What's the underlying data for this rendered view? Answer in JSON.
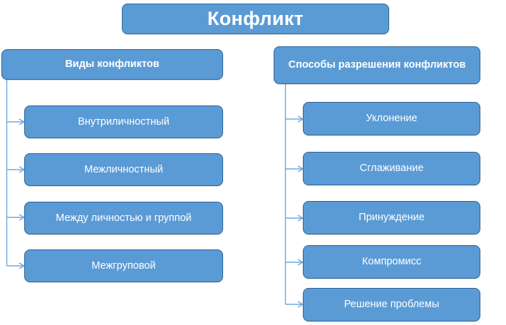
{
  "diagram": {
    "title_node": {
      "label": "Конфликт"
    },
    "branches": [
      {
        "header": "Виды конфликтов",
        "items": [
          "Внутриличностный",
          "Межличностный",
          "Между личностью и группой",
          "Межгруповой"
        ]
      },
      {
        "header": "Способы разрешения конфликтов",
        "items": [
          "Уклонение",
          "Сглаживание",
          "Принуждение",
          "Компромисс",
          "Решение проблемы"
        ]
      }
    ],
    "colors": {
      "node_fill": "#5b9bd5",
      "node_border": "#2e6496",
      "node_text": "#ffffff",
      "connector": "#6ea8dc",
      "background": "#ffffff"
    }
  }
}
